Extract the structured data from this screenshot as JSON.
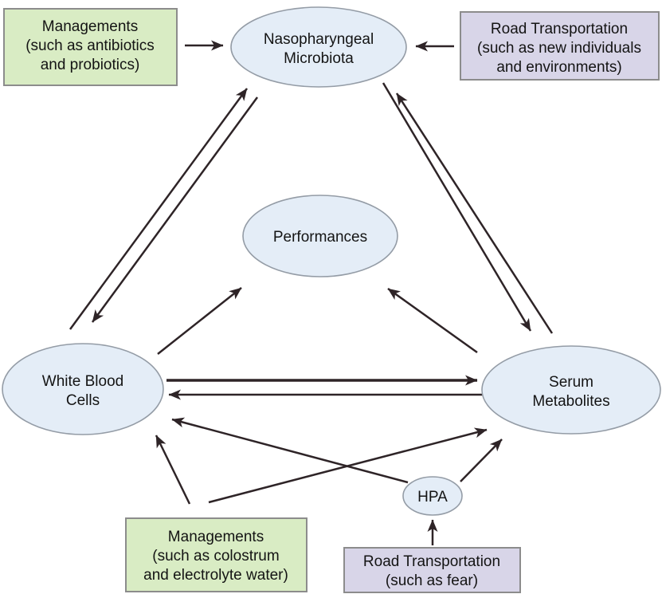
{
  "diagram": {
    "title": "",
    "colors": {
      "background": "#ffffff",
      "ellipse_fill": "#e4edf7",
      "ellipse_border": "#949ca6",
      "management_box_fill": "#d9ecc4",
      "transport_box_fill": "#d8d5e8",
      "box_border": "#8c8c8c",
      "arrow": "#2e2427",
      "text": "#141414"
    },
    "nodes": [
      {
        "id": "management-top",
        "shape": "rect",
        "category": "management",
        "lines": [
          "Managements",
          "(such as antibiotics",
          "and probiotics)"
        ]
      },
      {
        "id": "nasopharyngeal-microbiota",
        "shape": "ellipse",
        "category": "biological",
        "lines": [
          "Nasopharyngeal",
          "Microbiota"
        ]
      },
      {
        "id": "road-transportation-top",
        "shape": "rect",
        "category": "transport",
        "lines": [
          "Road Transportation",
          "(such as new individuals",
          "and environments)"
        ]
      },
      {
        "id": "performances",
        "shape": "ellipse",
        "category": "biological",
        "lines": [
          "Performances"
        ]
      },
      {
        "id": "white-blood-cells",
        "shape": "ellipse",
        "category": "biological",
        "lines": [
          "White Blood",
          "Cells"
        ]
      },
      {
        "id": "serum-metabolites",
        "shape": "ellipse",
        "category": "biological",
        "lines": [
          "Serum",
          "Metabolites"
        ]
      },
      {
        "id": "hpa",
        "shape": "ellipse",
        "category": "biological",
        "lines": [
          "HPA"
        ]
      },
      {
        "id": "management-bottom",
        "shape": "rect",
        "category": "management",
        "lines": [
          "Managements",
          "(such as colostrum",
          "and electrolyte water)"
        ]
      },
      {
        "id": "road-transportation-bottom",
        "shape": "rect",
        "category": "transport",
        "lines": [
          "Road Transportation",
          "(such as fear)"
        ]
      }
    ],
    "edges": [
      {
        "from": "management-top",
        "to": "nasopharyngeal-microbiota"
      },
      {
        "from": "road-transportation-top",
        "to": "nasopharyngeal-microbiota"
      },
      {
        "from": "white-blood-cells",
        "to": "nasopharyngeal-microbiota"
      },
      {
        "from": "nasopharyngeal-microbiota",
        "to": "white-blood-cells"
      },
      {
        "from": "serum-metabolites",
        "to": "nasopharyngeal-microbiota"
      },
      {
        "from": "nasopharyngeal-microbiota",
        "to": "serum-metabolites"
      },
      {
        "from": "white-blood-cells",
        "to": "serum-metabolites"
      },
      {
        "from": "serum-metabolites",
        "to": "white-blood-cells"
      },
      {
        "from": "white-blood-cells",
        "to": "performances"
      },
      {
        "from": "serum-metabolites",
        "to": "performances"
      },
      {
        "from": "hpa",
        "to": "white-blood-cells"
      },
      {
        "from": "hpa",
        "to": "serum-metabolites"
      },
      {
        "from": "management-bottom",
        "to": "white-blood-cells"
      },
      {
        "from": "management-bottom",
        "to": "serum-metabolites"
      },
      {
        "from": "road-transportation-bottom",
        "to": "hpa"
      }
    ]
  }
}
